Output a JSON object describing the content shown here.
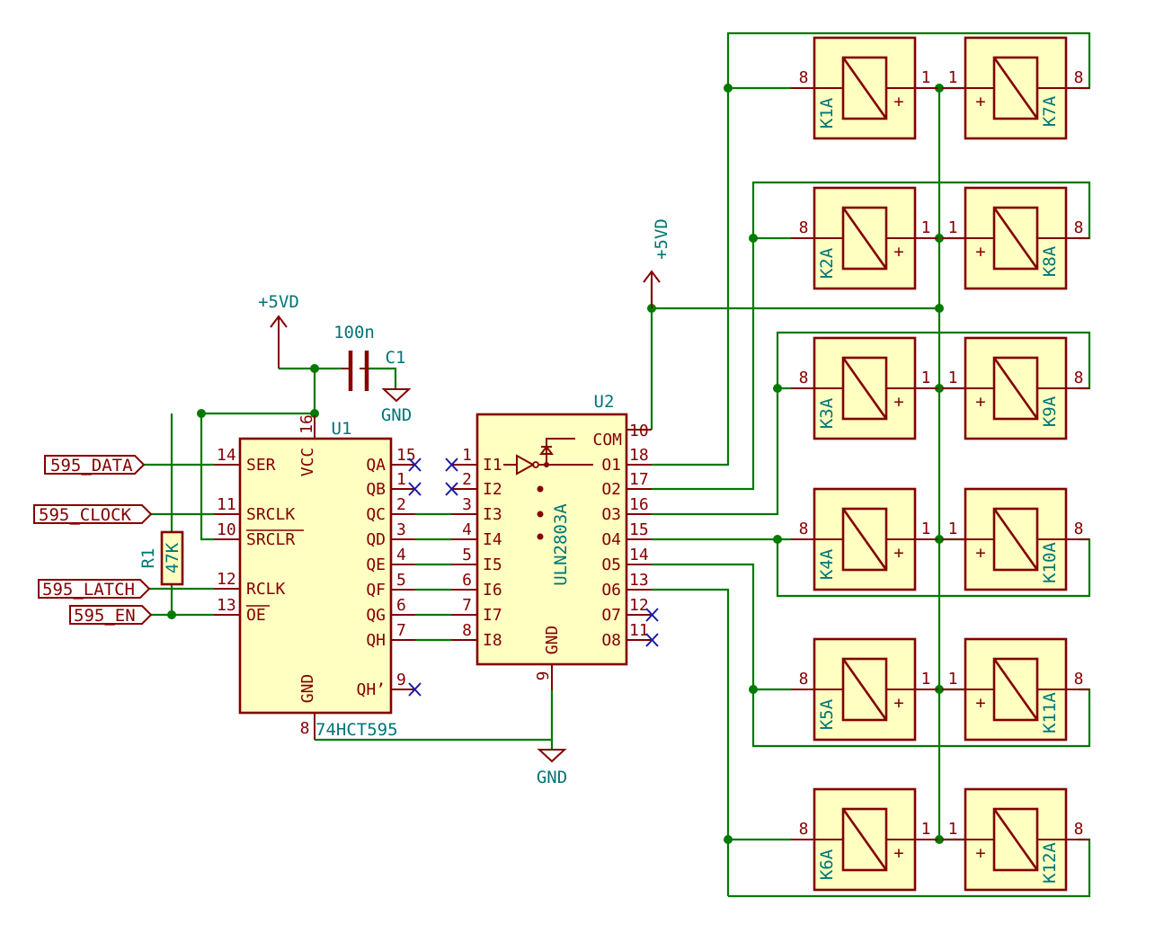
{
  "power": {
    "vcc_u1": "+5VD",
    "vcc_u2": "+5VD",
    "gnd_c1": "GND",
    "gnd_main": "GND"
  },
  "c1": {
    "ref": "C1",
    "value": "100n"
  },
  "r1": {
    "ref": "R1",
    "value": "47K"
  },
  "u1": {
    "ref": "U1",
    "value": "74HCT595",
    "vcc_label": "VCC",
    "gnd_label": "GND",
    "vcc_pin": "16",
    "gnd_pin": "8",
    "left_pins": [
      {
        "num": "14",
        "name": "SER"
      },
      {
        "num": "11",
        "name": "SRCLK"
      },
      {
        "num": "10",
        "name": "SRCLR"
      },
      {
        "num": "12",
        "name": "RCLK"
      },
      {
        "num": "13",
        "name": "OE"
      }
    ],
    "right_pins": [
      {
        "num": "15",
        "name": "QA"
      },
      {
        "num": "1",
        "name": "QB"
      },
      {
        "num": "2",
        "name": "QC"
      },
      {
        "num": "3",
        "name": "QD"
      },
      {
        "num": "4",
        "name": "QE"
      },
      {
        "num": "5",
        "name": "QF"
      },
      {
        "num": "6",
        "name": "QG"
      },
      {
        "num": "7",
        "name": "QH"
      },
      {
        "num": "9",
        "name": "QH’"
      }
    ]
  },
  "u2": {
    "ref": "U2",
    "value": "ULN2803A",
    "com_label": "COM",
    "com_pin": "10",
    "gnd_label": "GND",
    "gnd_pin": "9",
    "inputs": [
      {
        "num": "1",
        "name": "I1"
      },
      {
        "num": "2",
        "name": "I2"
      },
      {
        "num": "3",
        "name": "I3"
      },
      {
        "num": "4",
        "name": "I4"
      },
      {
        "num": "5",
        "name": "I5"
      },
      {
        "num": "6",
        "name": "I6"
      },
      {
        "num": "7",
        "name": "I7"
      },
      {
        "num": "8",
        "name": "I8"
      }
    ],
    "outputs": [
      {
        "num": "18",
        "name": "O1"
      },
      {
        "num": "17",
        "name": "O2"
      },
      {
        "num": "16",
        "name": "O3"
      },
      {
        "num": "15",
        "name": "O4"
      },
      {
        "num": "14",
        "name": "O5"
      },
      {
        "num": "13",
        "name": "O6"
      },
      {
        "num": "12",
        "name": "O7"
      },
      {
        "num": "11",
        "name": "O8"
      }
    ]
  },
  "signals": {
    "data": "595_DATA",
    "clock": "595_CLOCK",
    "latch": "595_LATCH",
    "en": "595_EN"
  },
  "relays": {
    "pin_coil": "8",
    "pin_plus": "1",
    "plus": "+",
    "left": [
      "K1A",
      "K2A",
      "K3A",
      "K4A",
      "K5A",
      "K6A"
    ],
    "right": [
      "K7A",
      "K8A",
      "K9A",
      "K10A",
      "K11A",
      "K12A"
    ]
  },
  "colors": {
    "component": "#840000",
    "fill": "#ffffc2",
    "wire": "#007a00",
    "reference": "#007575",
    "no_connect": "#1a1aa6"
  }
}
